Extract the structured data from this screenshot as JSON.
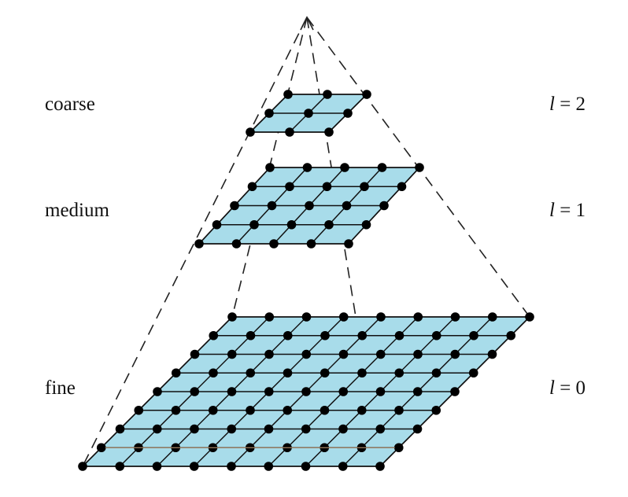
{
  "labels": {
    "coarse": "coarse",
    "medium": "medium",
    "fine": "fine"
  },
  "levels": {
    "symbol": "l",
    "coarse": "= 2",
    "medium": "= 1",
    "fine": "= 0"
  },
  "colors": {
    "grid_fill": "#a8dcea",
    "grid_line": "#111111",
    "node": "#000000",
    "dashed_line": "#222222",
    "highlight_line": "#c9a27a"
  },
  "grids": {
    "coarse_nodes_per_side": 3,
    "medium_nodes_per_side": 5,
    "fine_nodes_per_side": 9
  }
}
